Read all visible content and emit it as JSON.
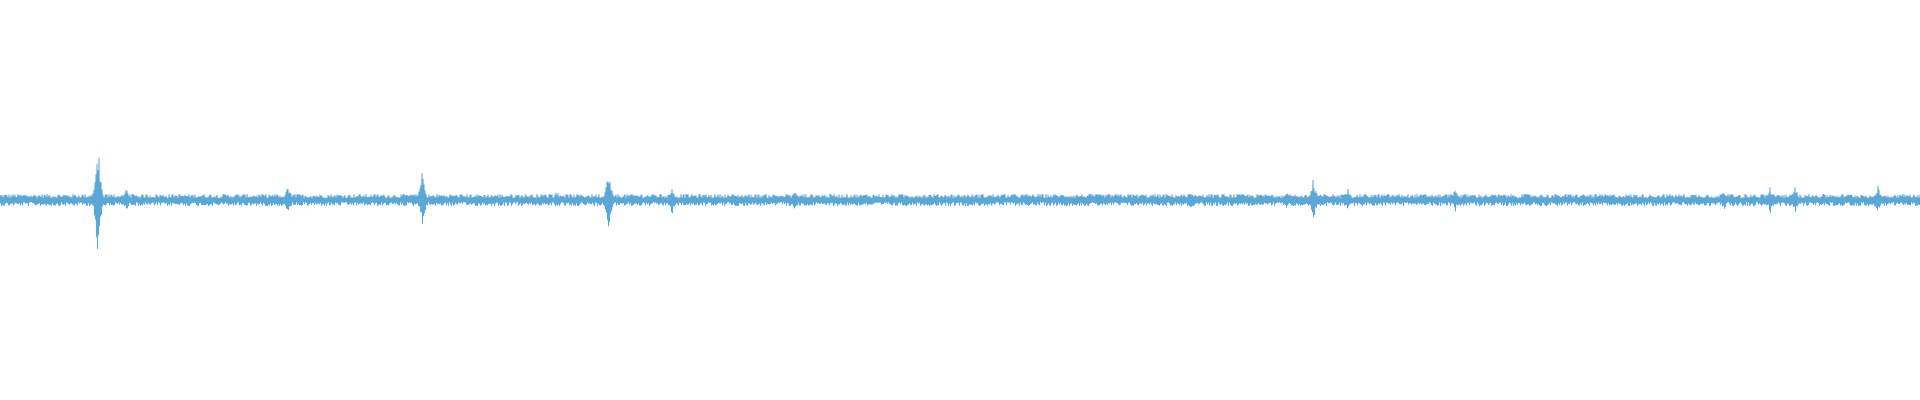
{
  "waveform": {
    "color": "#5aa7d8",
    "background": "#ffffff",
    "baseline_amplitude": 0.025,
    "peaks": [
      {
        "position": 0.051,
        "amplitude": 0.29
      },
      {
        "position": 0.066,
        "amplitude": 0.06
      },
      {
        "position": 0.15,
        "amplitude": 0.08
      },
      {
        "position": 0.22,
        "amplitude": 0.15
      },
      {
        "position": 0.29,
        "amplitude": 0.05
      },
      {
        "position": 0.317,
        "amplitude": 0.16
      },
      {
        "position": 0.35,
        "amplitude": 0.08
      },
      {
        "position": 0.414,
        "amplitude": 0.05
      },
      {
        "position": 0.62,
        "amplitude": 0.05
      },
      {
        "position": 0.67,
        "amplitude": 0.05
      },
      {
        "position": 0.684,
        "amplitude": 0.12
      },
      {
        "position": 0.702,
        "amplitude": 0.06
      },
      {
        "position": 0.758,
        "amplitude": 0.06
      },
      {
        "position": 0.898,
        "amplitude": 0.06
      },
      {
        "position": 0.922,
        "amplitude": 0.07
      },
      {
        "position": 0.935,
        "amplitude": 0.07
      },
      {
        "position": 0.978,
        "amplitude": 0.08
      }
    ]
  }
}
